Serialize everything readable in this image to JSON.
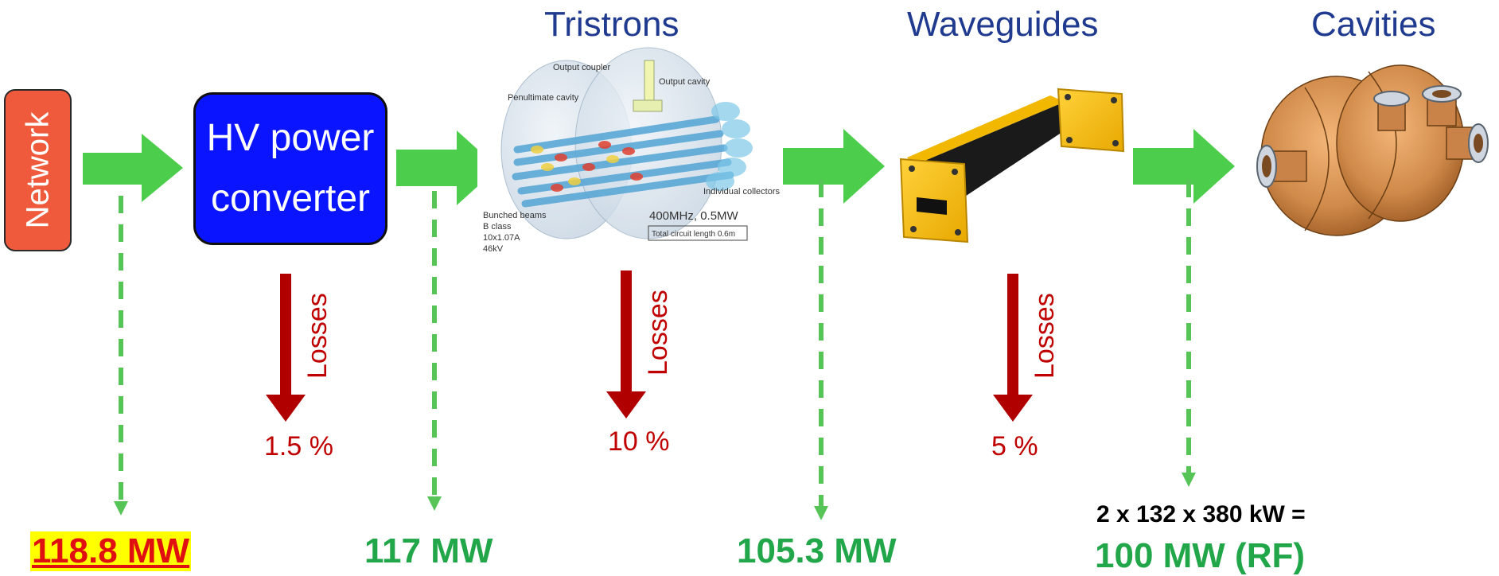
{
  "titles": {
    "tristrons": "Tristrons",
    "waveguides": "Waveguides",
    "cavities": "Cavities"
  },
  "network": {
    "label": "Network"
  },
  "hv_converter": {
    "line1": "HV power",
    "line2": "converter"
  },
  "losses": [
    {
      "label": "Losses",
      "percent": "1.5 %"
    },
    {
      "label": "Losses",
      "percent": "10 %"
    },
    {
      "label": "Losses",
      "percent": "5 %"
    }
  ],
  "power_values": {
    "network": "118.8 MW",
    "after_converter": "117 MW",
    "after_tristrons": "105.3 MW",
    "formula": "2 x 132 x 380 kW =",
    "rf": "100 MW (RF)"
  },
  "tristron_figure": {
    "output_coupler": "Output coupler",
    "output_cavity": "Output cavity",
    "penultimate_cavity": "Penultimate cavity",
    "individual_collectors": "Individual collectors",
    "bunched_beams": "Bunched beams",
    "b_class": "B class",
    "beams_current": "10x1.07A",
    "voltage": "46kV",
    "freq_power": "400MHz, 0.5MW",
    "circuit_length": "Total circuit length 0.6m"
  },
  "colors": {
    "flow_arrow": "#4ccd4c",
    "loss_arrow": "#b00000",
    "dashed_line": "#56c456",
    "network_box": "#f05a3c",
    "converter_box": "#0a14ff"
  }
}
